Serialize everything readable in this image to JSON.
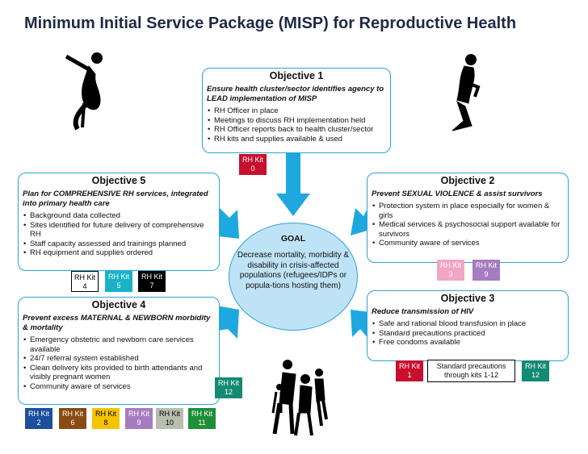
{
  "title": "Minimum Initial Service Package (MISP) for Reproductive Health",
  "objective1": {
    "heading": "Objective 1",
    "subtitle": "Ensure health cluster/sector identifies agency to LEAD implementation of MISP",
    "items": [
      "RH Officer in place",
      "Meetings to discuss RH implementation held",
      "RH Officer reports back to health cluster/sector",
      "RH kits and supplies available & used"
    ]
  },
  "objective2": {
    "heading": "Objective 2",
    "subtitle": "Prevent SEXUAL VIOLENCE & assist survivors",
    "items": [
      "Protection system in place especially for women & girls",
      "Medical services & psychosocial support available for survivors",
      "Community aware of services"
    ]
  },
  "objective3": {
    "heading": "Objective 3",
    "subtitle": "Reduce transmission of HIV",
    "items": [
      "Safe and rational blood transfusion in place",
      "Standard precautions practiced",
      "Free condoms available"
    ]
  },
  "objective4": {
    "heading": "Objective 4",
    "subtitle": "Prevent excess MATERNAL & NEWBORN morbidity & mortality",
    "items": [
      "Emergency obstetric and newborn care services available",
      "24/7 referral system established",
      "Clean delivery kits provided to birth attendants and visibly pregnant women",
      "Community aware of services"
    ]
  },
  "objective5": {
    "heading": "Objective 5",
    "subtitle": "Plan for COMPREHENSIVE RH services, integrated into primary health care",
    "items": [
      "Background data collected",
      "Sites identified for future delivery of comprehensive RH",
      "Staff capacity assessed and trainings planned",
      "RH equipment and supplies ordered"
    ]
  },
  "goal": {
    "heading": "GOAL",
    "text": "Decrease mortality, morbidity & disability in crisis-affected populations (refugees/IDPs or popula-tions hosting them)"
  },
  "standard_note": "Standard precautions through kits 1-12",
  "kit_label": "RH Kit",
  "kits": {
    "k0": "0",
    "k2": "2",
    "k3": "3",
    "k4": "4",
    "k5": "5",
    "k6": "6",
    "k7": "7",
    "k8": "8",
    "k9a": "9",
    "k9b": "9",
    "k10": "10",
    "k11": "11",
    "k12a": "12",
    "k12b": "12",
    "k1": "1"
  },
  "colors": {
    "accent_blue": "#2ba3d8",
    "goal_fill": "#bfe3f6",
    "kit_red": "#c8102e",
    "kit_teal": "#138a72",
    "kit_pink": "#f2a6c4",
    "kit_purple": "#a57cc0",
    "kit_cyan": "#1ab2c8",
    "kit_black": "#000000",
    "kit_navy": "#1c4f9c",
    "kit_brown": "#8a4b12",
    "kit_yellow": "#f5c400",
    "kit_gray": "#b8bdb0",
    "kit_green": "#1f8f3a"
  },
  "icons": [
    "pregnant-woman-icon",
    "woman-carrying-child-icon",
    "group-of-people-icon",
    "arrow-icon"
  ]
}
